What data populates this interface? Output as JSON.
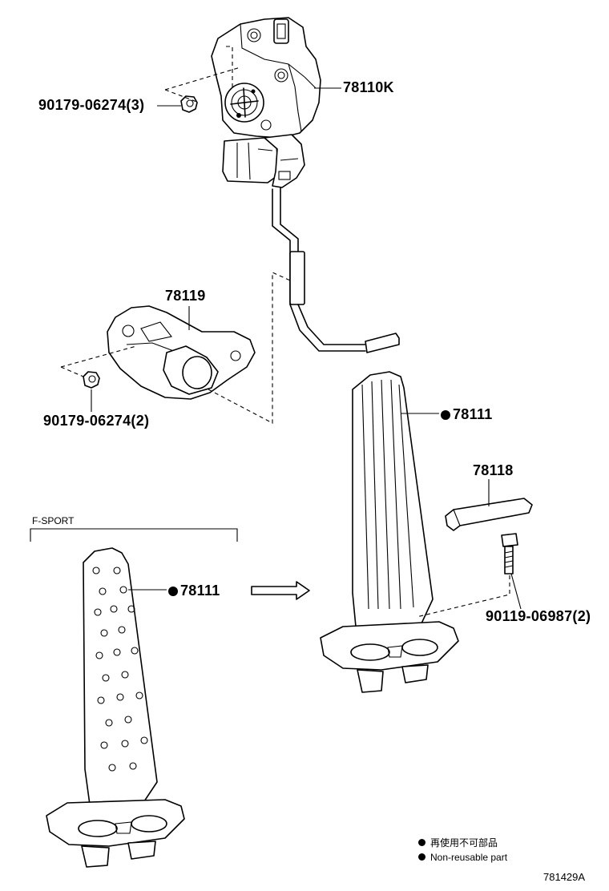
{
  "labels": {
    "sensor_assy": "78110K",
    "nut_top": "90179-06274(3)",
    "bracket": "78119",
    "nut_mid": "90179-06274(2)",
    "pedal_pad": "78111",
    "cover": "78118",
    "bolt": "90119-06987(2)",
    "fsport_pad": "78111",
    "fsport_group": "F-SPORT"
  },
  "legend": {
    "jp_text": "再使用不可部品",
    "en_text": "Non-reusable part"
  },
  "figure_id": "781429A"
}
